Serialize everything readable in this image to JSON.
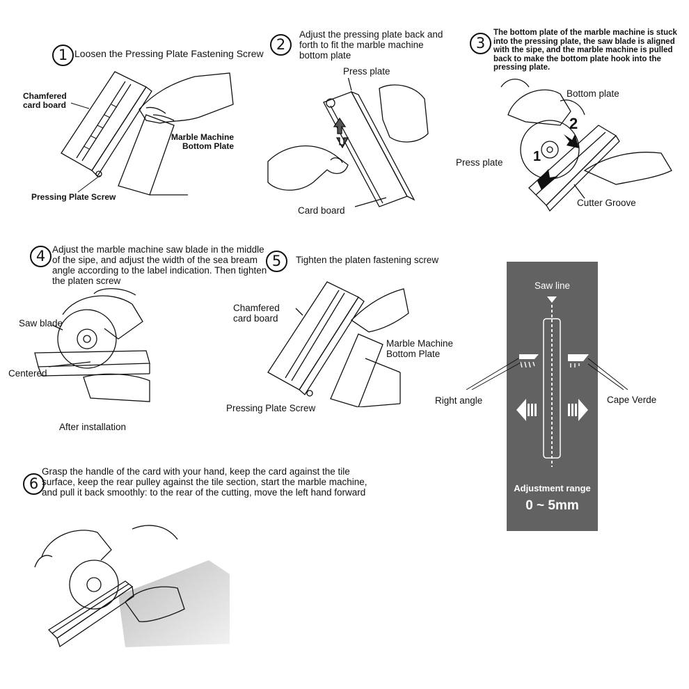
{
  "steps": [
    {
      "num": "1",
      "title": "Loosen the Pressing Plate Fastening Screw"
    },
    {
      "num": "2",
      "title": "Adjust the pressing plate back and forth to fit the marble machine bottom plate"
    },
    {
      "num": "3",
      "title": "The bottom plate of the marble machine is stuck into the pressing plate, the saw blade is aligned with the sipe, and the marble machine is pulled back to make the bottom plate hook into the pressing plate."
    },
    {
      "num": "4",
      "title": "Adjust the marble machine saw blade in the middle of the sipe, and adjust the width of the sea bream angle according to the label indication. Then tighten the platen screw"
    },
    {
      "num": "5",
      "title": "Tighten the platen fastening screw"
    },
    {
      "num": "6",
      "title": "Grasp the handle of the card with your hand, keep the card against the tile surface, keep the rear pulley against the tile section, start the marble machine, and pull it back smoothly: to the rear of the cutting, move the left hand forward"
    }
  ],
  "labels": {
    "s1_chamfered": "Chamfered\ncard board",
    "s1_marble": "Marble Machine\nBottom Plate",
    "s1_screw": "Pressing Plate Screw",
    "s2_press": "Press plate",
    "s2_card": "Card board",
    "s3_bottom": "Bottom plate",
    "s3_press": "Press plate",
    "s3_groove": "Cutter Groove",
    "s3_arrow1": "1",
    "s3_arrow2": "2",
    "s4_saw": "Saw blade",
    "s4_centered": "Centered",
    "s4_after": "After installation",
    "s5_chamfered": "Chamfered\ncard board",
    "s5_marble": "Marble Machine\nBottom Plate",
    "s5_screw": "Pressing Plate Screw",
    "right_angle": "Right angle",
    "cape_verde": "Cape Verde"
  },
  "panel": {
    "saw_line": "Saw line",
    "adjustment_range": "Adjustment range",
    "range_value": "0 ~ 5mm",
    "color": "#626262"
  }
}
